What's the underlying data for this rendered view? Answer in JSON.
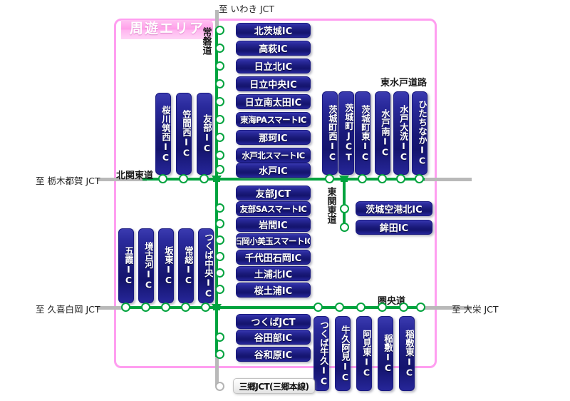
{
  "area": {
    "label": "周遊エリア",
    "border_color": "#ff9ef0"
  },
  "colors": {
    "route_green": "#00a33e",
    "route_gray": "#b9b9b9",
    "ic_box_navy": "#191978",
    "area_pink": "#ff9ef0"
  },
  "terminals": {
    "top": "至 いわき JCT",
    "left_upper": "至 栃木都賀 JCT",
    "left_lower": "至 久喜白岡 JCT",
    "right_lower": "至 大栄 JCT",
    "bottom_box": "三郷JCT(三郷本線)"
  },
  "route_names": {
    "joban": "常磐道",
    "kita_kanto": "北関東道",
    "higashi_mito": "東水戸道路",
    "higashi_kanto": "東関東道",
    "ken_o": "圏央道"
  },
  "joban_north_ics": [
    "北茨城IC",
    "高萩IC",
    "日立北IC",
    "日立中央IC",
    "日立南太田IC",
    "東海PAスマートIC",
    "那珂IC",
    "水戸北スマートIC",
    "水戸IC"
  ],
  "joban_south_ics": [
    "友部JCT",
    "友部SAスマートIC",
    "岩間IC",
    "石岡小美玉スマートIC",
    "千代田石岡IC",
    "土浦北IC",
    "桜土浦IC"
  ],
  "joban_bottom_ics": [
    "つくばJCT",
    "谷田部IC",
    "谷和原IC"
  ],
  "kita_kanto_west_ics": [
    "桜川筑西IC",
    "笠間西IC",
    "友部IC"
  ],
  "higashi_mito_ics": [
    "茨城町西IC",
    "茨城町JCT",
    "茨城町東IC",
    "水戸南IC",
    "水戸大洗IC",
    "ひたちなかIC"
  ],
  "higashi_kanto_ics": [
    "茨城空港北IC",
    "鉾田IC"
  ],
  "ken_o_west_ics": [
    "五霞IC",
    "境古河IC",
    "坂東IC",
    "常総IC",
    "つくば中央IC"
  ],
  "ken_o_east_ics": [
    "つくば牛久IC",
    "牛久阿見IC",
    "阿見東IC",
    "稲敷IC",
    "稲敷東IC"
  ]
}
